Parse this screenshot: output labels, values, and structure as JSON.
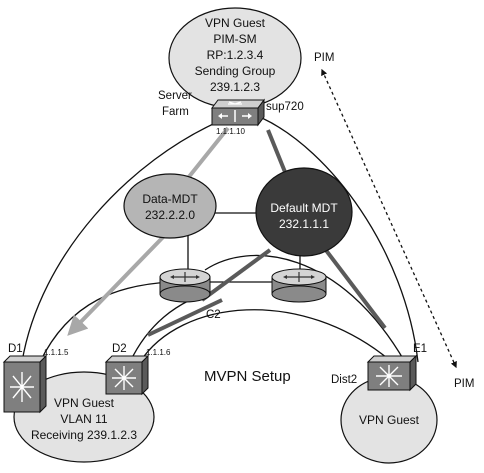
{
  "title": "MVPN Setup",
  "colors": {
    "ellipse_light": "#e3e3e3",
    "ellipse_mid": "#b5b5b5",
    "ellipse_dark": "#3a3a3a",
    "gray_path": "#a8a8a8",
    "dark_path": "#5a5a5a",
    "device": "#7f7f7f"
  },
  "nodes": {
    "vpn_guest_top": {
      "line1": "VPN Guest",
      "line2": "PIM-SM",
      "line3": "RP:1.2.3.4",
      "line4": "Sending Group",
      "line5": "239.1.2.3"
    },
    "data_mdt": {
      "line1": "Data-MDT",
      "line2": "232.2.2.0"
    },
    "default_mdt": {
      "line1": "Default MDT",
      "line2": "232.1.1.1"
    },
    "vpn_guest_left": {
      "line1": "VPN Guest",
      "line2": "VLAN 11",
      "line3": "Receiving 239.1.2.3"
    },
    "vpn_guest_right": {
      "line1": "VPN Guest"
    }
  },
  "labels": {
    "pim_top": "PIM",
    "pim_bottom": "PIM",
    "server_farm_1": "Server",
    "server_farm_2": "Farm",
    "sup720": "sup720",
    "ip_server": "1.1.1.10",
    "c2": "C2",
    "d1": "D1",
    "d2": "D2",
    "ip_d1": "1.1.1.5",
    "ip_d2": "1.1.1.6",
    "e1": "E1",
    "dist2": "Dist2"
  },
  "icons": [
    "multilayer-switch-icon",
    "router-icon"
  ]
}
